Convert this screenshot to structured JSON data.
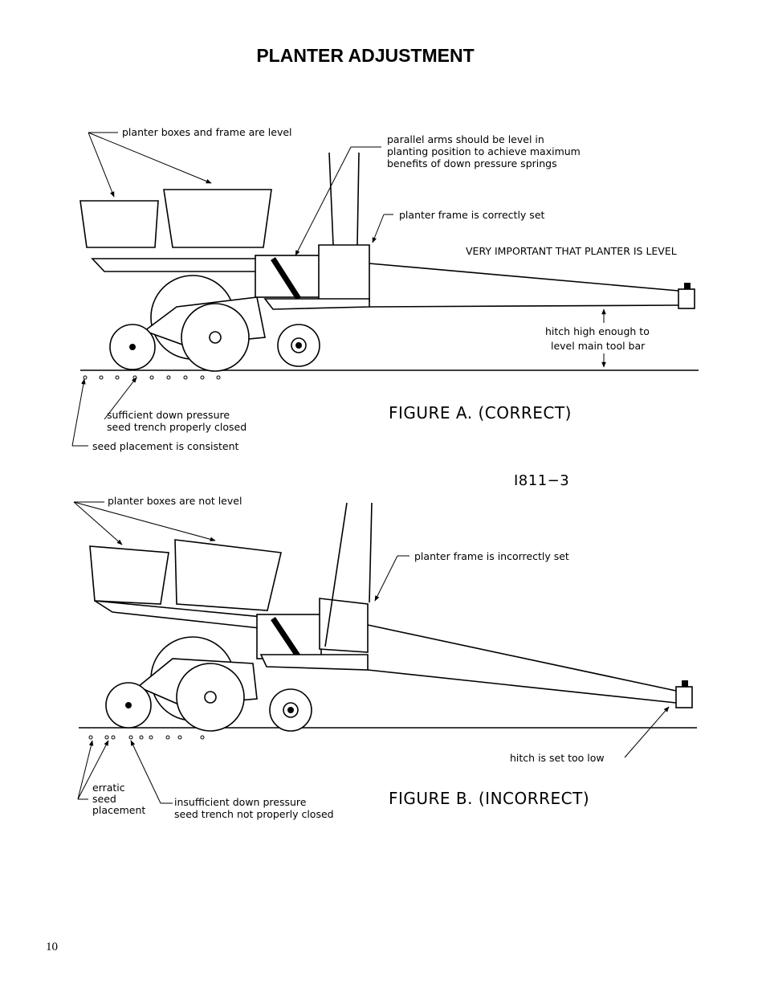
{
  "page": {
    "title": "PLANTER ADJUSTMENT",
    "page_number": "10"
  },
  "figure_a": {
    "caption": "FIGURE A. (CORRECT)",
    "drawing_number": "I811−3",
    "labels": {
      "boxes_level": "planter boxes and frame are level",
      "parallel_arms_1": "parallel arms should be level in",
      "parallel_arms_2": "planting position to achieve maximum",
      "parallel_arms_3": "benefits of down pressure springs",
      "frame_correct": "planter frame is correctly set",
      "very_important": "VERY IMPORTANT THAT PLANTER IS LEVEL",
      "hitch_high_1": "hitch high enough to",
      "hitch_high_2": "level main tool bar",
      "down_pressure_1": "sufficient down pressure",
      "down_pressure_2": "seed trench properly closed",
      "seed_consistent": "seed placement is consistent"
    }
  },
  "figure_b": {
    "caption": "FIGURE B. (INCORRECT)",
    "labels": {
      "boxes_not_level": "planter boxes are not level",
      "frame_incorrect": "planter frame is incorrectly set",
      "hitch_low": "hitch is set too low",
      "erratic_1": "erratic",
      "erratic_2": "seed",
      "erratic_3": "placement",
      "insufficient_1": "insufficient down pressure",
      "insufficient_2": "seed trench not properly closed"
    }
  }
}
